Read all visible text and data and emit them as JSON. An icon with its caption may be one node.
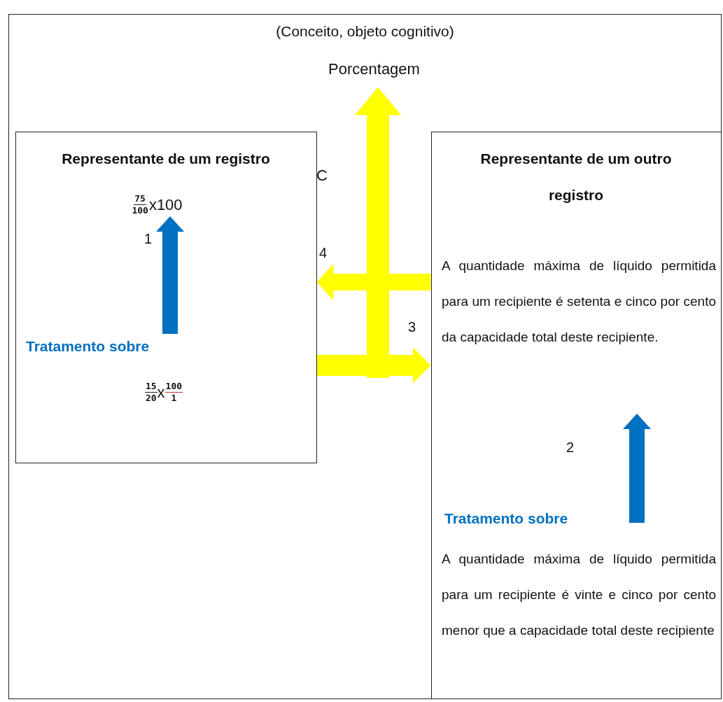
{
  "diagram": {
    "nodes": [
      {
        "text": [
          "(Conceito, objeto cognitivo)"
        ]
      },
      {
        "text": [
          "Porcentagem"
        ],
        "in": 0
      },
      {
        "text": [
          "Representante de um registro"
        ],
        "in": 0
      },
      {
        "text": [
          "75",
          "100",
          "x100"
        ],
        "in": 2
      },
      {
        "text": [
          "15",
          "20",
          "x",
          "100",
          "1"
        ],
        "in": 2,
        "beside": [
          "Tratamento sobre"
        ]
      },
      {
        "text": [
          "Representante de um outro registro"
        ],
        "in": 0
      },
      {
        "text": [
          "A quantidade máxima de líquido permitida para um recipiente é setenta e cinco por cento da capacidade total deste recipiente."
        ],
        "in": 5
      },
      {
        "text": [
          "A quantidade máxima de líquido permitida para um recipiente é vinte e cinco por cento menor que a capacidade total deste recipiente"
        ],
        "in": 5,
        "beside": [
          "Tratamento sobre"
        ]
      }
    ],
    "edges": [
      {
        "from": 4,
        "to": 3,
        "arrow": "to",
        "label": "1",
        "color": "#0070c0"
      },
      {
        "from": 7,
        "to": 6,
        "arrow": "to",
        "label": "2",
        "color": "#0070c0"
      },
      {
        "from": 2,
        "to": 5,
        "arrow": "to",
        "label": "3"
      },
      {
        "from": 5,
        "to": 2,
        "arrow": "to",
        "label": "4"
      },
      {
        "from": null,
        "to": 1,
        "arrow": "to"
      }
    ],
    "labels": [
      "C"
    ]
  }
}
